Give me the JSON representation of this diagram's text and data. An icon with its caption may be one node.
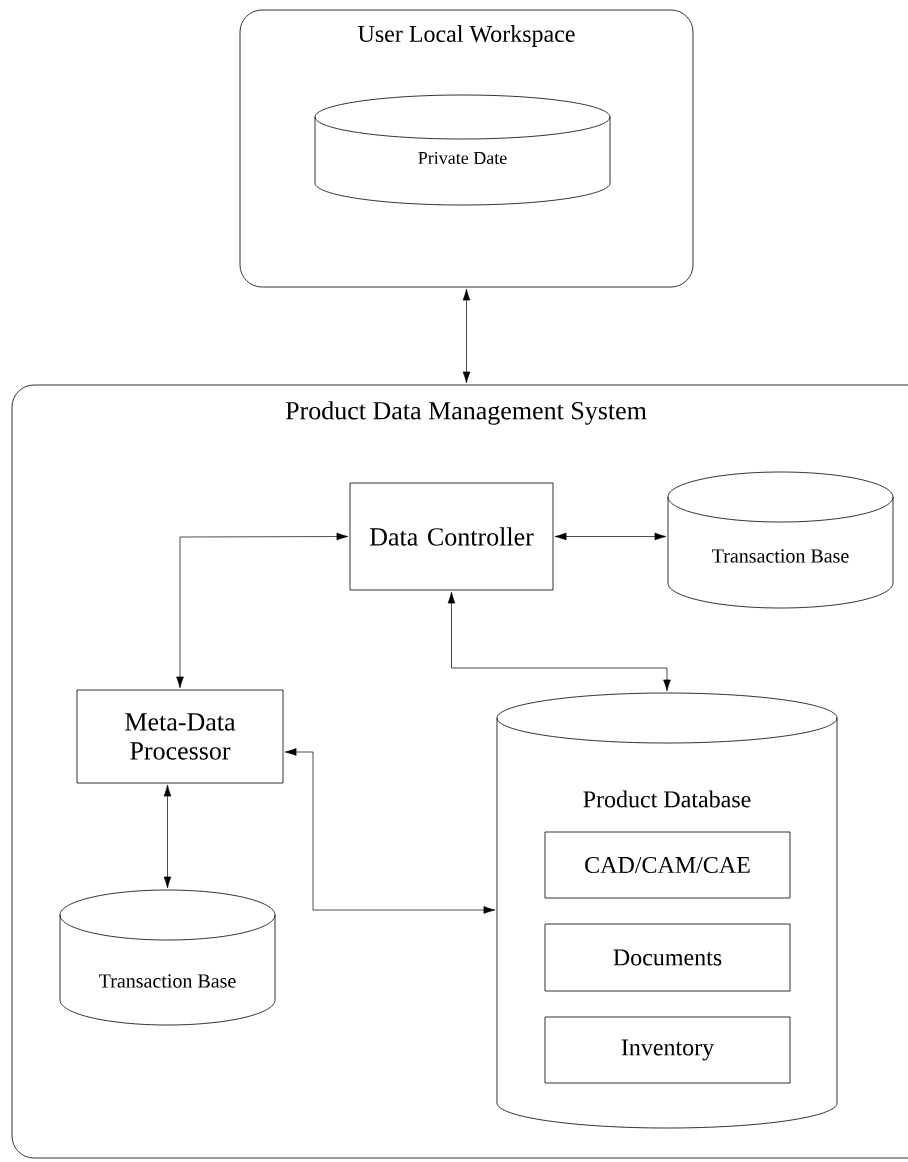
{
  "diagram": {
    "nodes": [
      {
        "text": [
          "User Local Workspace"
        ]
      },
      {
        "text": [
          "Private Date"
        ],
        "in": 0
      },
      {
        "text": [
          "Product Data Management System"
        ]
      },
      {
        "text": [
          "Data Controller"
        ],
        "in": 2
      },
      {
        "text": [
          "Transaction Base"
        ],
        "in": 2
      },
      {
        "text": [
          "Meta-Data Processor"
        ],
        "in": 2
      },
      {
        "text": [
          "Product Database"
        ],
        "in": 2
      },
      {
        "text": [
          "CAD/CAM/CAE"
        ],
        "in": 6
      },
      {
        "text": [
          "Documents"
        ],
        "in": 6
      },
      {
        "text": [
          "Inventory"
        ],
        "in": 6
      },
      {
        "text": [
          "Transaction Base"
        ],
        "in": 2
      }
    ],
    "edges": [
      {
        "from": 0,
        "to": 2,
        "arrow": "both"
      },
      {
        "from": 3,
        "to": 5,
        "arrow": "both"
      },
      {
        "from": 3,
        "to": 4,
        "arrow": "both"
      },
      {
        "from": 3,
        "to": 6,
        "arrow": "both"
      },
      {
        "from": 5,
        "to": 6,
        "arrow": "both"
      },
      {
        "from": 5,
        "to": 10,
        "arrow": "both"
      }
    ]
  }
}
